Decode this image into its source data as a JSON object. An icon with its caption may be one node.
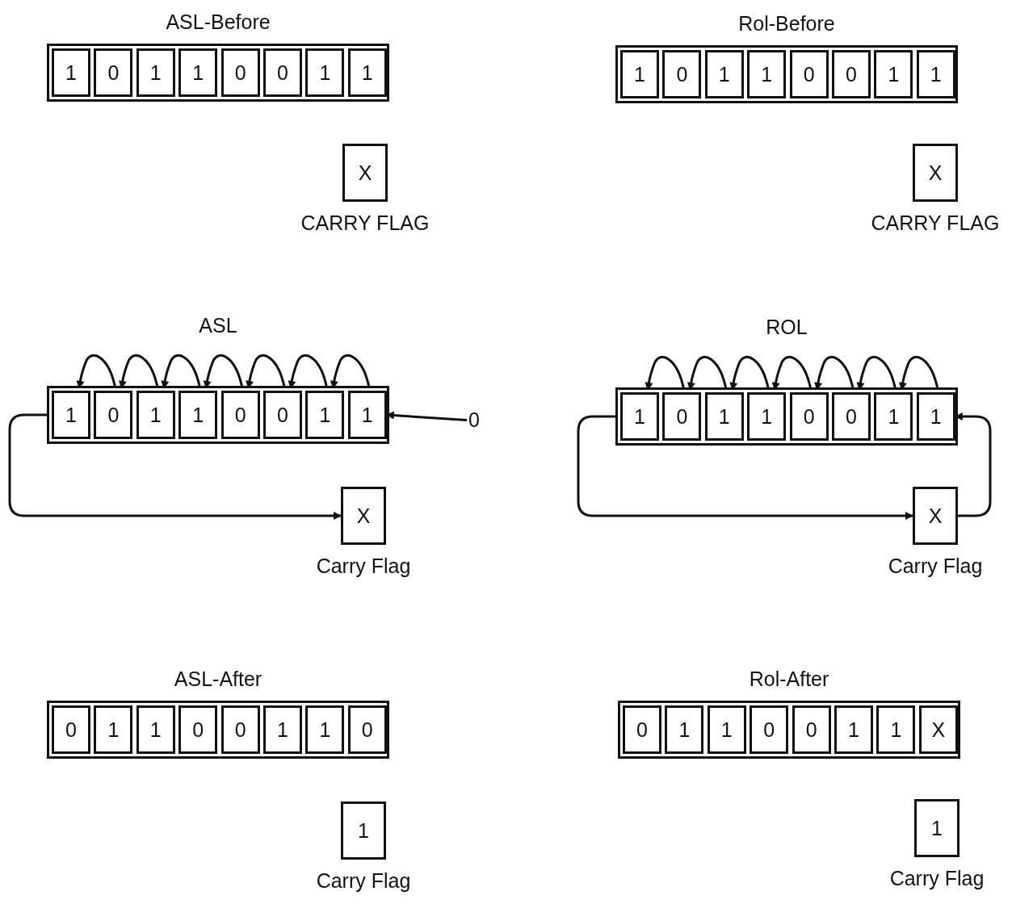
{
  "diagram": {
    "nodes": [
      {
        "text": [
          "ASL-Before"
        ]
      },
      {
        "text": [
          "1"
        ],
        "in": 0
      },
      {
        "text": [
          "0"
        ],
        "in": 0
      },
      {
        "text": [
          "1"
        ],
        "in": 0
      },
      {
        "text": [
          "1"
        ],
        "in": 0
      },
      {
        "text": [
          "0"
        ],
        "in": 0
      },
      {
        "text": [
          "0"
        ],
        "in": 0
      },
      {
        "text": [
          "1"
        ],
        "in": 0
      },
      {
        "text": [
          "1"
        ],
        "in": 0
      },
      {
        "text": [
          "X"
        ],
        "beside": [
          "CARRY FLAG"
        ]
      },
      {
        "text": [
          "Rol-Before"
        ]
      },
      {
        "text": [
          "1"
        ],
        "in": 10
      },
      {
        "text": [
          "0"
        ],
        "in": 10
      },
      {
        "text": [
          "1"
        ],
        "in": 10
      },
      {
        "text": [
          "1"
        ],
        "in": 10
      },
      {
        "text": [
          "0"
        ],
        "in": 10
      },
      {
        "text": [
          "0"
        ],
        "in": 10
      },
      {
        "text": [
          "1"
        ],
        "in": 10
      },
      {
        "text": [
          "1"
        ],
        "in": 10
      },
      {
        "text": [
          "X"
        ],
        "beside": [
          "CARRY FLAG"
        ]
      },
      {
        "text": [
          "ASL"
        ]
      },
      {
        "text": [
          "1"
        ],
        "in": 20
      },
      {
        "text": [
          "0"
        ],
        "in": 20
      },
      {
        "text": [
          "1"
        ],
        "in": 20
      },
      {
        "text": [
          "1"
        ],
        "in": 20
      },
      {
        "text": [
          "0"
        ],
        "in": 20
      },
      {
        "text": [
          "0"
        ],
        "in": 20
      },
      {
        "text": [
          "1"
        ],
        "in": 20
      },
      {
        "text": [
          "1"
        ],
        "in": 20
      },
      {
        "text": [
          "X"
        ],
        "beside": [
          "Carry Flag"
        ]
      },
      {
        "text": [
          "0"
        ]
      },
      {
        "text": [
          "ROL"
        ]
      },
      {
        "text": [
          "1"
        ],
        "in": 31
      },
      {
        "text": [
          "0"
        ],
        "in": 31
      },
      {
        "text": [
          "1"
        ],
        "in": 31
      },
      {
        "text": [
          "1"
        ],
        "in": 31
      },
      {
        "text": [
          "0"
        ],
        "in": 31
      },
      {
        "text": [
          "0"
        ],
        "in": 31
      },
      {
        "text": [
          "1"
        ],
        "in": 31
      },
      {
        "text": [
          "1"
        ],
        "in": 31
      },
      {
        "text": [
          "X"
        ],
        "beside": [
          "Carry Flag"
        ]
      },
      {
        "text": [
          "ASL-After"
        ]
      },
      {
        "text": [
          "0"
        ],
        "in": 41
      },
      {
        "text": [
          "1"
        ],
        "in": 41
      },
      {
        "text": [
          "1"
        ],
        "in": 41
      },
      {
        "text": [
          "0"
        ],
        "in": 41
      },
      {
        "text": [
          "0"
        ],
        "in": 41
      },
      {
        "text": [
          "1"
        ],
        "in": 41
      },
      {
        "text": [
          "1"
        ],
        "in": 41
      },
      {
        "text": [
          "0"
        ],
        "in": 41
      },
      {
        "text": [
          "1"
        ],
        "beside": [
          "Carry Flag"
        ]
      },
      {
        "text": [
          "Rol-After"
        ]
      },
      {
        "text": [
          "0"
        ],
        "in": 51
      },
      {
        "text": [
          "1"
        ],
        "in": 51
      },
      {
        "text": [
          "1"
        ],
        "in": 51
      },
      {
        "text": [
          "0"
        ],
        "in": 51
      },
      {
        "text": [
          "0"
        ],
        "in": 51
      },
      {
        "text": [
          "1"
        ],
        "in": 51
      },
      {
        "text": [
          "1"
        ],
        "in": 51
      },
      {
        "text": [
          "X"
        ],
        "in": 51
      },
      {
        "text": [
          "1"
        ],
        "beside": [
          "Carry Flag"
        ]
      }
    ],
    "edges": [
      {
        "from": 22,
        "to": 21,
        "arrow": "to"
      },
      {
        "from": 23,
        "to": 22,
        "arrow": "to"
      },
      {
        "from": 24,
        "to": 23,
        "arrow": "to"
      },
      {
        "from": 25,
        "to": 24,
        "arrow": "to"
      },
      {
        "from": 26,
        "to": 25,
        "arrow": "to"
      },
      {
        "from": 27,
        "to": 26,
        "arrow": "to"
      },
      {
        "from": 28,
        "to": 27,
        "arrow": "to"
      },
      {
        "from": 21,
        "to": 29,
        "arrow": "to"
      },
      {
        "from": 30,
        "to": 28,
        "arrow": "to"
      },
      {
        "from": 33,
        "to": 32,
        "arrow": "to"
      },
      {
        "from": 34,
        "to": 33,
        "arrow": "to"
      },
      {
        "from": 35,
        "to": 34,
        "arrow": "to"
      },
      {
        "from": 36,
        "to": 35,
        "arrow": "to"
      },
      {
        "from": 37,
        "to": 36,
        "arrow": "to"
      },
      {
        "from": 38,
        "to": 37,
        "arrow": "to"
      },
      {
        "from": 39,
        "to": 38,
        "arrow": "to"
      },
      {
        "from": 32,
        "to": 40,
        "arrow": "to"
      },
      {
        "from": 40,
        "to": 39,
        "arrow": "to"
      }
    ]
  }
}
